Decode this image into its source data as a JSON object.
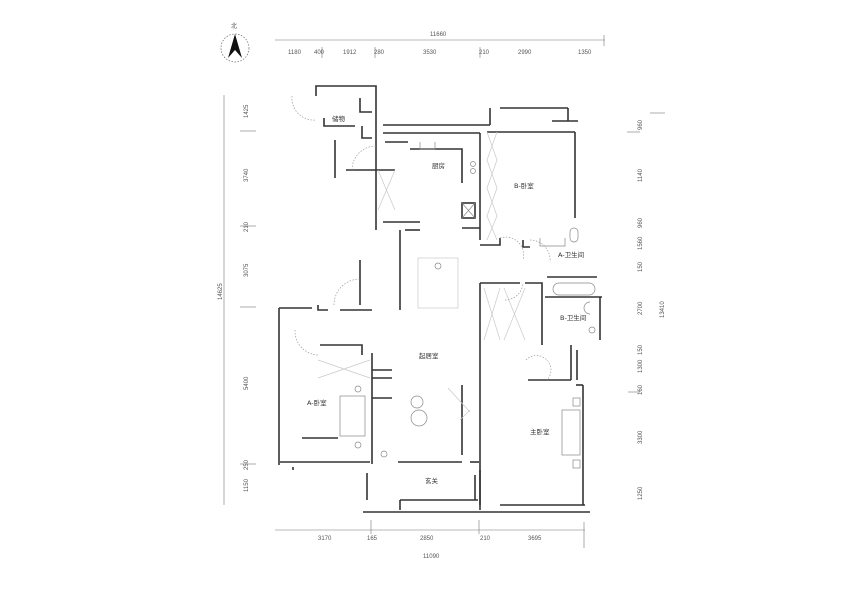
{
  "compass": {
    "label": "北",
    "icon": "north-arrow-icon"
  },
  "dimensions": {
    "top_total": "11660",
    "top_segments": [
      "1180",
      "400",
      "1912",
      "280",
      "3530",
      "210",
      "2990",
      "1350"
    ],
    "left_total": "14625",
    "left_segments": [
      "1425",
      "3740",
      "210",
      "3075",
      "5400",
      "250",
      "1150"
    ],
    "right_segments": [
      "960",
      "1140",
      "960",
      "1560",
      "150",
      "2700",
      "150",
      "1300",
      "160",
      "3300",
      "1250"
    ],
    "right_total": "13410",
    "bottom_total": "11090",
    "bottom_segments": [
      "3170",
      "165",
      "2850",
      "210",
      "3695"
    ]
  },
  "rooms": {
    "storage": "储物",
    "kitchen": "厨房",
    "bedroom_b": "B-卧室",
    "bathroom_a": "A-卫生间",
    "bathroom_b": "B-卫生间",
    "living": "起居室",
    "bedroom_a": "A-卧室",
    "master_bedroom": "主卧室",
    "entry": "玄关"
  }
}
